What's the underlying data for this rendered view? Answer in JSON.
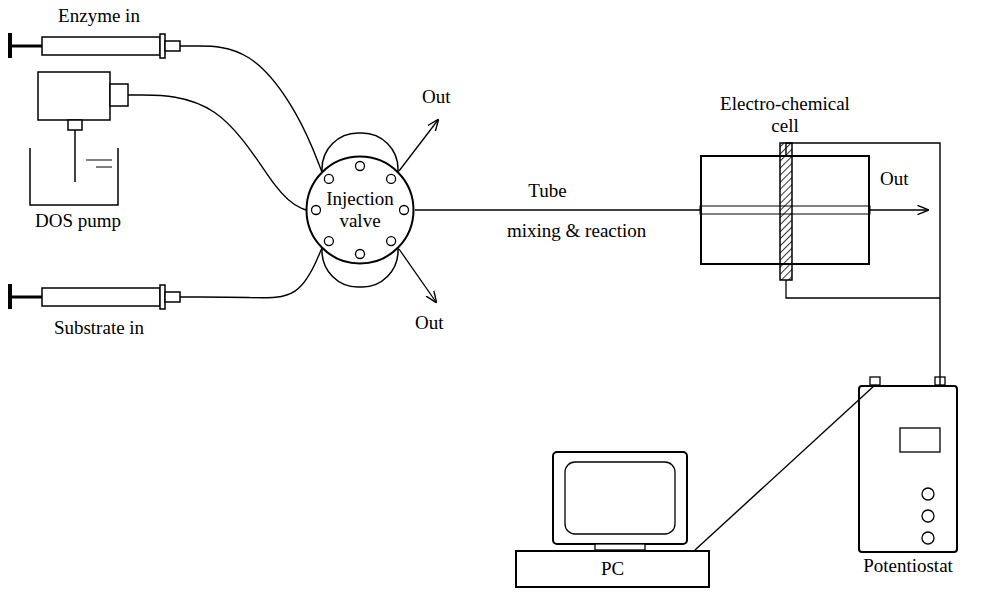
{
  "diagram": {
    "nodes": [
      {
        "text": [
          "Enzyme in"
        ]
      },
      {
        "text": [
          "DOS pump"
        ]
      },
      {
        "text": [
          "Substrate in"
        ]
      },
      {
        "text": [
          "Injection valve"
        ]
      },
      {
        "text": [
          "Electro-chemical cell"
        ]
      },
      {
        "text": [
          "PC"
        ]
      },
      {
        "text": [
          "Potentiostat"
        ]
      }
    ],
    "edges": [
      {
        "from": 0,
        "to": 3,
        "arrow": "none"
      },
      {
        "from": 1,
        "to": 3,
        "arrow": "none"
      },
      {
        "from": 2,
        "to": 3,
        "arrow": "none"
      },
      {
        "from": 3,
        "to": 4,
        "arrow": "none",
        "label": "Tube"
      },
      {
        "from": 4,
        "to": 6,
        "arrow": "none"
      },
      {
        "from": 5,
        "to": 6,
        "arrow": "none"
      }
    ],
    "labels": [
      "Out",
      "Out",
      "mixing & reaction",
      "Out"
    ]
  }
}
